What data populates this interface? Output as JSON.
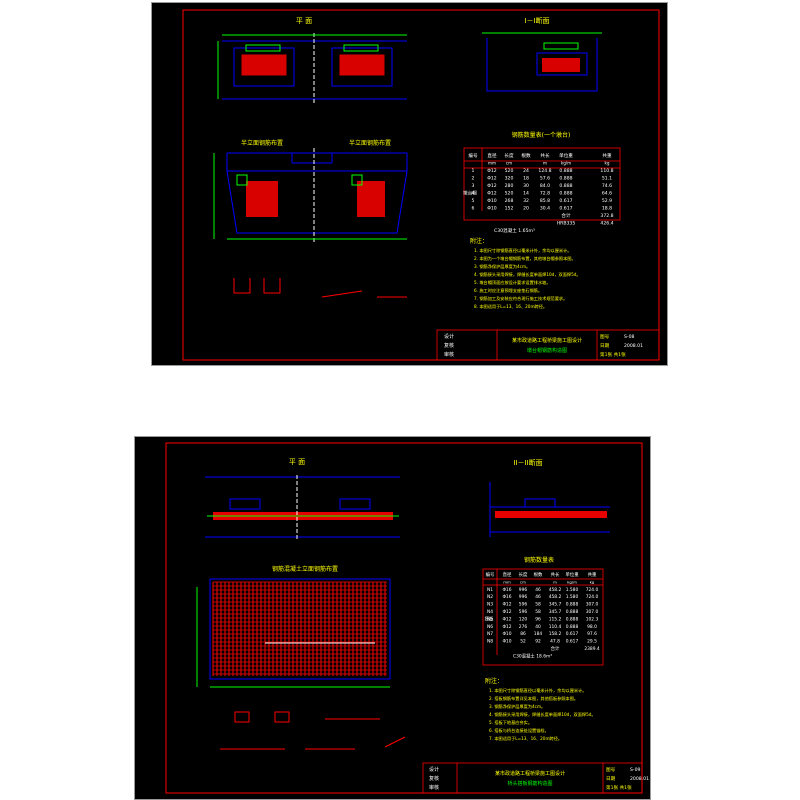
{
  "colors": {
    "background": "#ffffff",
    "sheet": "#000000",
    "border": "#ff0000",
    "outline": "#0000ff",
    "rebar": "#ff0000",
    "dim": "#00ff00",
    "text": "#ffffff",
    "title_text": "#ffff00",
    "leader": "#00ffff"
  },
  "sheet1": {
    "plan_title": "平 面",
    "section_title": "I－I断面",
    "left_label": "半立面钢筋布置",
    "right_label": "半立面钢筋布置",
    "table_title": "钢筋数量表(一个墩台)",
    "table_headers": [
      "编号",
      "直径",
      "长度",
      "根数",
      "共长",
      "单位重",
      "共重"
    ],
    "table_units": [
      "",
      "mm",
      "cm",
      "",
      "m",
      "kg/m",
      "kg"
    ],
    "table_group_label": "墩台帽",
    "table_rows": [
      [
        "1",
        "Φ12",
        "520",
        "24",
        "124.8",
        "0.888",
        "110.8"
      ],
      [
        "2",
        "Φ12",
        "320",
        "18",
        "57.6",
        "0.888",
        "51.1"
      ],
      [
        "3",
        "Φ12",
        "280",
        "30",
        "84.0",
        "0.888",
        "74.6"
      ],
      [
        "4",
        "Φ12",
        "520",
        "14",
        "72.8",
        "0.888",
        "64.6"
      ],
      [
        "5",
        "Φ10",
        "268",
        "32",
        "85.8",
        "0.617",
        "52.9"
      ],
      [
        "6",
        "Φ10",
        "152",
        "20",
        "30.4",
        "0.617",
        "18.8"
      ]
    ],
    "table_total_label": "合计",
    "table_total_value": "372.8",
    "table_summary_label": "HRB335",
    "table_summary_value": "426.4",
    "table_footer": "C30混凝土 1.65m³",
    "notes_title": "附注：",
    "notes": [
      "1. 本图尺寸除钢筋直径以毫米计外，余均以厘米计。",
      "2. 本图为一个墩台帽钢筋布置，其他墩台帽参照本图。",
      "3. 钢筋净保护层厚度为4cm。",
      "4. 钢筋接头采用焊接，焊缝长度单面焊10d，双面焊5d。",
      "5. 墩台帽顶面应按设计要求设置排水坡。",
      "6. 施工时应注意预埋支座垫石钢筋。",
      "7. 钢筋加工及安装应符合现行施工技术规范要求。",
      "8. 本图适用于L=13、16、20m跨径。"
    ],
    "tb_left": [
      [
        "设计",
        ""
      ],
      [
        "复核",
        ""
      ],
      [
        "审核",
        ""
      ]
    ],
    "tb_title": "某市政道路工程桥梁施工图设计",
    "tb_subtitle": "墩台帽钢筋构造图",
    "tb_right": [
      [
        "图号",
        "S-08"
      ],
      [
        "日期",
        "2008.01"
      ],
      [
        "第1张 共1张",
        ""
      ]
    ]
  },
  "sheet2": {
    "plan_title": "平 面",
    "section_title": "II－II断面",
    "main_label": "钢筋混凝土立面钢筋布置",
    "table_title": "钢筋数量表",
    "table_headers": [
      "编号",
      "直径",
      "长度",
      "根数",
      "共长",
      "单位重",
      "共重"
    ],
    "table_units": [
      "",
      "mm",
      "cm",
      "",
      "m",
      "kg/m",
      "kg"
    ],
    "table_group_label": "搭板",
    "table_rows": [
      [
        "N1",
        "Φ16",
        "996",
        "46",
        "458.2",
        "1.580",
        "724.0"
      ],
      [
        "N2",
        "Φ16",
        "996",
        "46",
        "458.2",
        "1.580",
        "724.0"
      ],
      [
        "N3",
        "Φ12",
        "596",
        "58",
        "345.7",
        "0.888",
        "307.0"
      ],
      [
        "N4",
        "Φ12",
        "596",
        "58",
        "345.7",
        "0.888",
        "307.0"
      ],
      [
        "N5",
        "Φ12",
        "120",
        "96",
        "115.2",
        "0.888",
        "102.3"
      ],
      [
        "N6",
        "Φ12",
        "276",
        "40",
        "110.4",
        "0.888",
        "98.0"
      ],
      [
        "N7",
        "Φ10",
        "86",
        "184",
        "158.2",
        "0.617",
        "97.6"
      ],
      [
        "N8",
        "Φ10",
        "52",
        "92",
        "47.8",
        "0.617",
        "29.5"
      ]
    ],
    "table_total_label": "合计",
    "table_total_value": "2389.4",
    "table_footer": "C30混凝土 18.6m³",
    "notes_title": "附注：",
    "notes": [
      "1. 本图尺寸除钢筋直径以毫米计外，余均以厘米计。",
      "2. 搭板钢筋布置详见本图，其他搭板参照本图。",
      "3. 钢筋净保护层厚度为4cm。",
      "4. 钢筋接头采用焊接，焊缝长度单面焊10d，双面焊5d。",
      "5. 搭板下地基应夯实。",
      "6. 搭板与桥台连接处设置锚栓。",
      "7. 本图适用于L=13、16、20m跨径。"
    ],
    "tb_left": [
      [
        "设计",
        ""
      ],
      [
        "复核",
        ""
      ],
      [
        "审核",
        ""
      ]
    ],
    "tb_title": "某市政道路工程桥梁施工图设计",
    "tb_subtitle": "桥头搭板钢筋构造图",
    "tb_right": [
      [
        "图号",
        "S-09"
      ],
      [
        "日期",
        "2008.01"
      ],
      [
        "第1张 共1张",
        ""
      ]
    ]
  }
}
